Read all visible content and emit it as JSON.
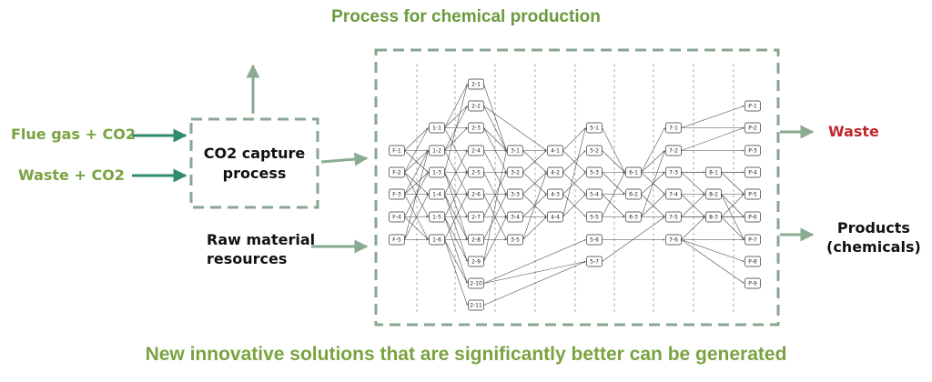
{
  "title": "Process for chemical production",
  "bottom_text": "New innovative solutions that are significantly better can be generated",
  "inputs": {
    "flue_gas": "Flue gas + CO2",
    "waste_co2": "Waste + CO2",
    "raw_material": "Raw material\nresources"
  },
  "capture_box": "CO2 capture\nprocess",
  "outputs": {
    "waste": "Waste",
    "products": "Products\n(chemicals)"
  },
  "colors": {
    "box_dash": "#88a690",
    "arrow_green": "#2e8b6f",
    "arrow_gray": "#8aab92",
    "title_green": "#6a9a3c",
    "waste_red": "#c0272d"
  },
  "network": {
    "columns": [
      [
        "F-1",
        "F-2",
        "F-3",
        "F-4",
        "F-5"
      ],
      [
        "1-1",
        "1-2",
        "1-3",
        "1-4",
        "1-5",
        "1-6"
      ],
      [
        "2-1",
        "2-2",
        "2-3",
        "2-4",
        "2-5",
        "2-6",
        "2-7",
        "2-8",
        "2-9",
        "2-10",
        "2-11"
      ],
      [
        "3-1",
        "3-2",
        "3-3",
        "3-4",
        "3-5"
      ],
      [
        "4-1",
        "4-2",
        "4-3",
        "4-4"
      ],
      [
        "5-1",
        "5-2",
        "5-3",
        "5-4",
        "5-5",
        "5-6",
        "5-7"
      ],
      [
        "6-1",
        "6-2",
        "6-3"
      ],
      [
        "7-1",
        "7-2",
        "7-3",
        "7-4",
        "7-5",
        "7-6"
      ],
      [
        "8-1",
        "8-2",
        "8-3"
      ],
      [
        "P-1",
        "P-2",
        "P-3",
        "P-4",
        "P-5",
        "P-6",
        "P-7",
        "P-8",
        "P-9"
      ]
    ]
  }
}
